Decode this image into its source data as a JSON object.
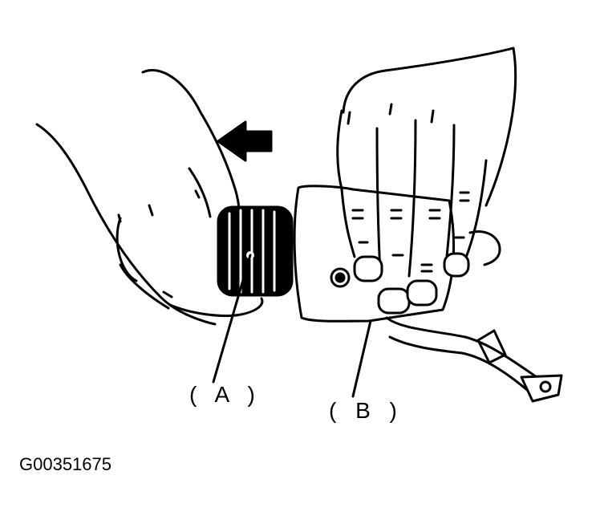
{
  "diagram": {
    "callouts": [
      {
        "id": "A",
        "label": "( A )"
      },
      {
        "id": "B",
        "label": "( B )"
      }
    ],
    "figure_id": "G00351675",
    "line_color": "#000000",
    "background": "#ffffff",
    "icons": {
      "arrow": "left-arrow-icon"
    }
  }
}
